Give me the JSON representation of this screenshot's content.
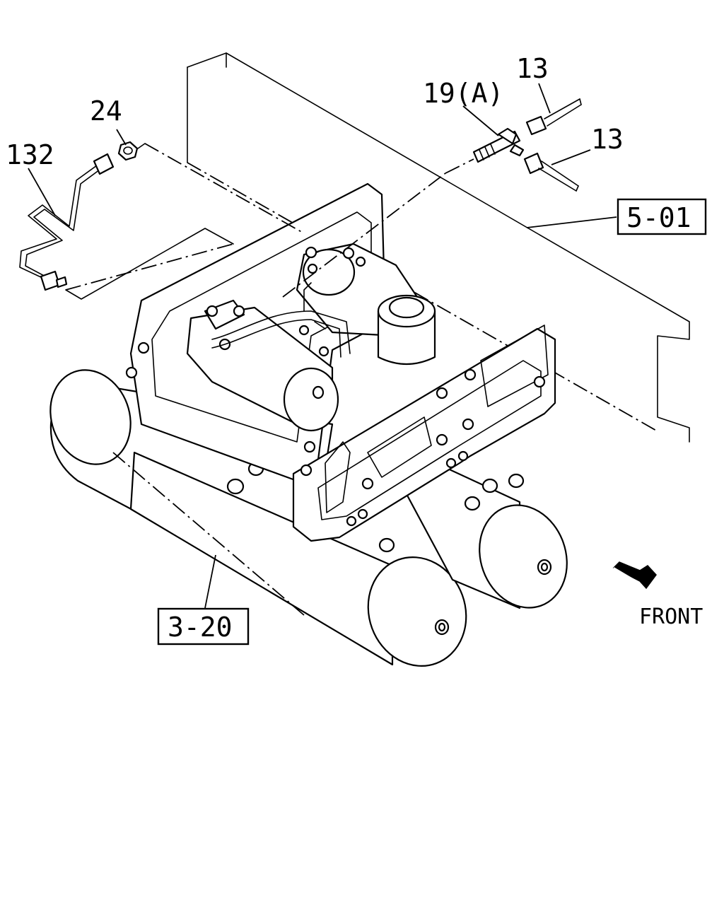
{
  "callouts": {
    "part_132": "132",
    "part_24": "24",
    "part_19a": "19(A)",
    "part_13_upper": "13",
    "part_13_lower": "13"
  },
  "reference_boxes": {
    "ref_5_01": "5-01",
    "ref_3_20": "3-20"
  },
  "orientation": {
    "front_label": "FRONT",
    "icon": "front-arrow-icon"
  }
}
